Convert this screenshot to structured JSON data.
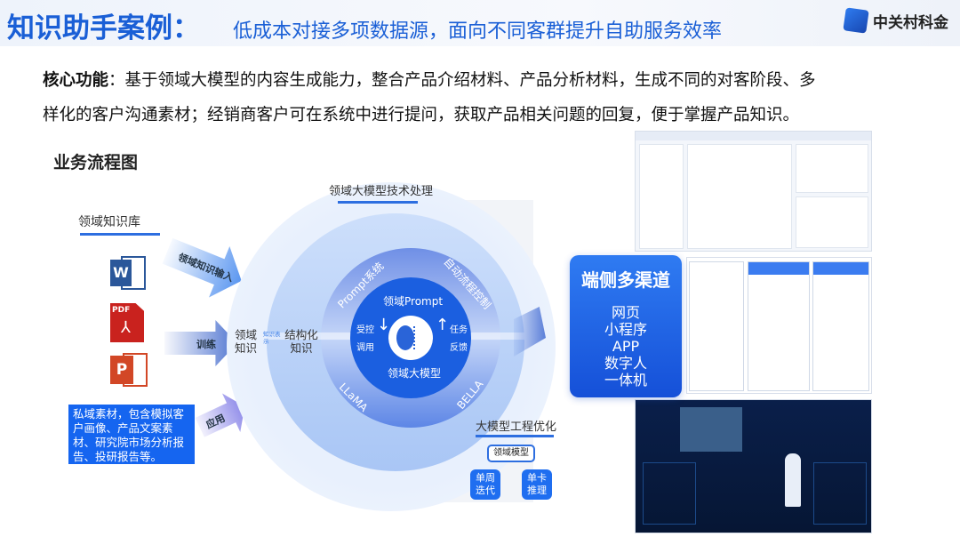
{
  "header": {
    "title": "知识助手案例：",
    "subtitle": "低成本对接多项数据源，面向不同客群提升自助服务效率",
    "logo_text": "中关村科金"
  },
  "description": {
    "label": "核心功能",
    "line1": "：基于领域大模型的内容生成能力，整合产品介绍材料、产品分析材料，生成不同的对客阶段、多",
    "line2": "样化的客户沟通素材；经销商客户可在系统中进行提问，获取产品相关问题的回复，便于掌握产品知识。"
  },
  "flow": {
    "title": "业务流程图",
    "knowledge_base": "领域知识库",
    "file_icons": [
      "word-icon",
      "pdf-icon",
      "powerpoint-icon"
    ],
    "pdf_label": "PDF",
    "arrows": [
      "领域知识输入",
      "训练",
      "应用"
    ],
    "private_data": "私域素材，包含模拟客户画像、产品文案素材、研究院市场分析报告、投研报告等。",
    "tech_title": "领域大模型技术处理",
    "domain_knowledge": "领域知识",
    "knowledge_repr": "知识表示",
    "structured_knowledge": "结构化知识",
    "ring": [
      "Prompt系统",
      "自动流程控制",
      "LLaMA",
      "BELLA"
    ],
    "inner_top": "领域Prompt",
    "inner_bottom": "领域大模型",
    "left_action": [
      "受控",
      "调用"
    ],
    "right_action": [
      "任务",
      "反馈"
    ],
    "engineering": {
      "title": "大模型工程优化",
      "model": "领域模型",
      "items": [
        "单周迭代",
        "单卡推理"
      ]
    },
    "channels": {
      "title": "端侧多渠道",
      "items": [
        "网页",
        "小程序",
        "APP",
        "数字人",
        "一体机"
      ]
    }
  },
  "colors": {
    "accent": "#1f6ef0",
    "title": "#1a5fd6"
  }
}
